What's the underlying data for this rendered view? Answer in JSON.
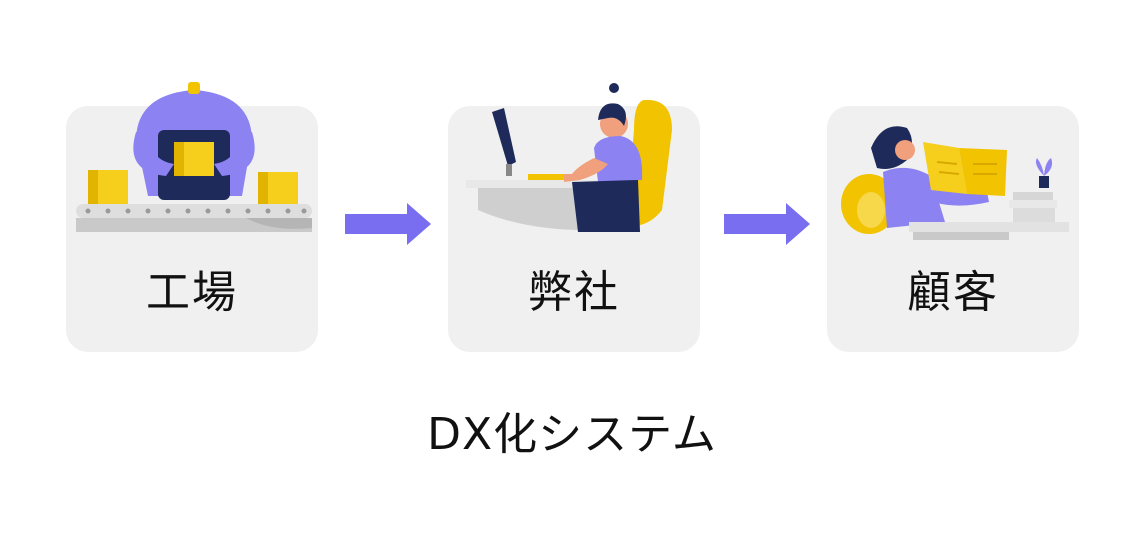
{
  "steps": [
    {
      "label": "工場",
      "icon": "factory-worker-illustration"
    },
    {
      "label": "弊社",
      "icon": "office-worker-illustration"
    },
    {
      "label": "顧客",
      "icon": "customer-reading-illustration"
    }
  ],
  "caption": "DX化システム",
  "colors": {
    "card_bg": "#f0f0f0",
    "arrow": "#7a6ef0",
    "accent_purple": "#8c82f2",
    "accent_yellow": "#f2c300",
    "navy": "#1e2a5a"
  }
}
